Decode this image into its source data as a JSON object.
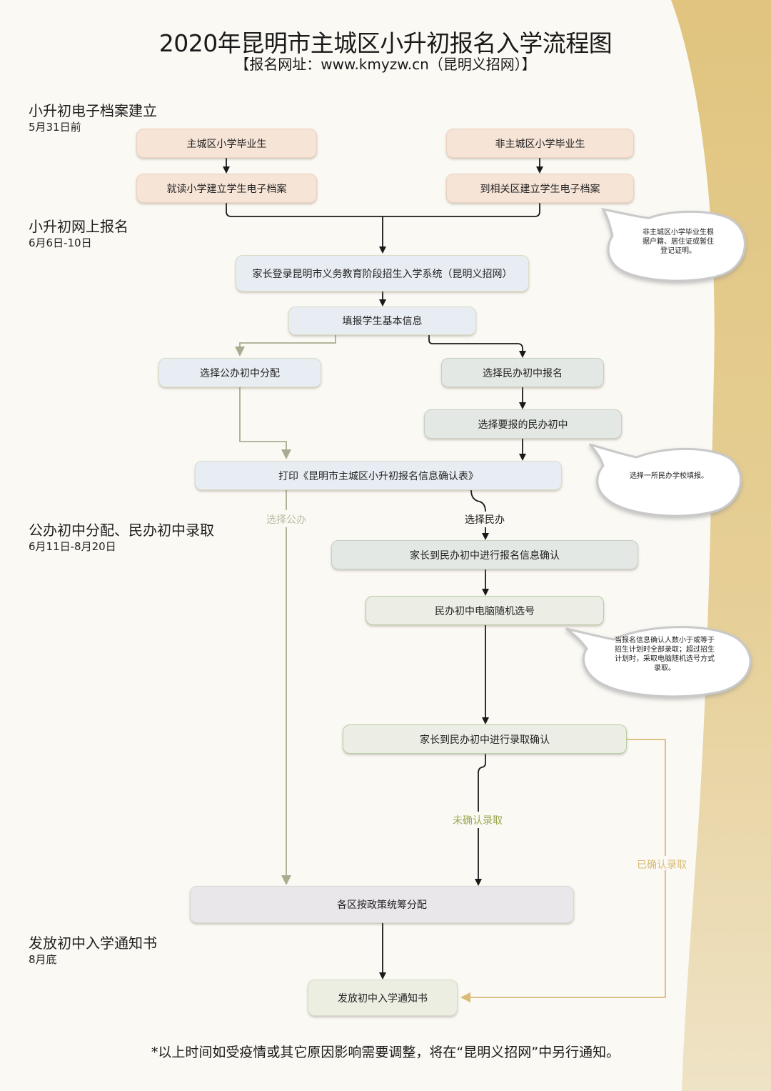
{
  "header": {
    "title": "2020年昆明市主城区小升初报名入学流程图",
    "subtitle": "【报名网址：www.kmyzw.cn（昆明义招网）】"
  },
  "stages": [
    {
      "name": "小升初电子档案建立",
      "date": "5月31日前"
    },
    {
      "name": "小升初网上报名",
      "date": "6月6日-10日"
    },
    {
      "name": "公办初中分配、民办初中录取",
      "date": "6月11日-8月20日"
    },
    {
      "name": "发放初中入学通知书",
      "date": "8月底"
    }
  ],
  "nodes": {
    "main_city_grad": "主城区小学毕业生",
    "main_city_archive": "就读小学建立学生电子档案",
    "non_main_city_grad": "非主城区小学毕业生",
    "non_main_city_archive": "到相关区建立学生电子档案",
    "parent_login": "家长登录昆明市义务教育阶段招生入学系统（昆明义招网）",
    "fill_info": "填报学生基本信息",
    "choose_public": "选择公办初中分配",
    "choose_private_apply": "选择民办初中报名",
    "choose_private_school": "选择要报的民办初中",
    "print_form": "打印《昆明市主城区小升初报名信息确认表》",
    "private_info_confirm": "家长到民办初中进行报名信息确认",
    "random_selection": "民办初中电脑随机选号",
    "admission_confirm": "家长到民办初中进行录取确认",
    "district_allocation": "各区按政策统筹分配",
    "issue_notice": "发放初中入学通知书"
  },
  "edge_labels": {
    "choose_public": "选择公办",
    "choose_private": "选择民办",
    "not_confirmed": "未确认录取",
    "confirmed": "已确认录取"
  },
  "callouts": {
    "non_main_city_note": [
      "非主城区小学毕业生根",
      "据户籍、居住证或暂住",
      "登记证明。"
    ],
    "private_school_note": [
      "选择一所民办学校填报。"
    ],
    "random_selection_note": [
      "当报名信息确认人数小于或等于",
      "招生计划时全部录取；超过招生",
      "计划时，采取电脑随机选号方式",
      "录取。"
    ]
  },
  "footnote": "*以上时间如受疫情或其它原因影响需要调整，将在“昆明义招网”中另行通知。",
  "colors": {
    "background": "#fbf9f4",
    "gold_accent": "#e2c585",
    "public_path": "#a9ad8f",
    "confirmed_path": "#d9bb74",
    "not_confirmed_label": "#9aa84f",
    "default_path": "#1a1a1a"
  }
}
